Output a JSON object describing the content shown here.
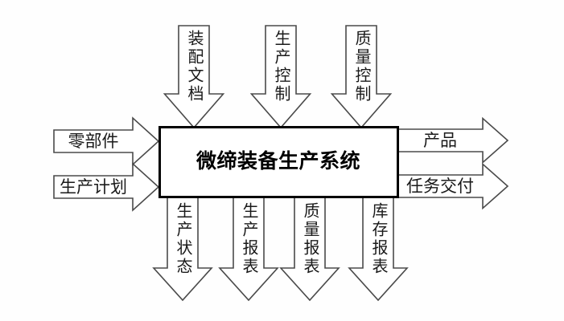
{
  "diagram": {
    "title": "微缔装备生产系统",
    "top_inputs": [
      "装配文档",
      "生产控制",
      "质量控制"
    ],
    "left_inputs": [
      "零部件",
      "生产计划"
    ],
    "right_outputs": [
      "产品",
      "任务交付"
    ],
    "bottom_outputs": [
      "生产状态",
      "生产报表",
      "质量报表",
      "库存报表"
    ],
    "colors": {
      "background": "#fefefe",
      "arrow_fill": "#ffffff",
      "arrow_outline": "#4a4a4a",
      "box_border": "#000000",
      "text": "#1a1a1a"
    }
  }
}
